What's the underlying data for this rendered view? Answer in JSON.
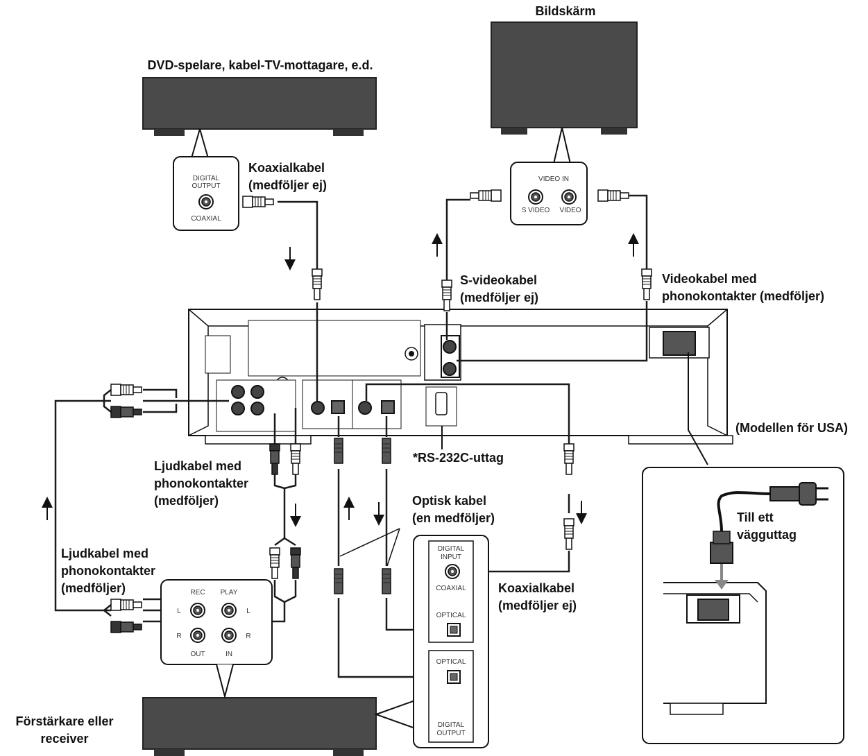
{
  "labels": {
    "monitor": "Bildskärm",
    "source": "DVD-spelare, kabel-TV-mottagare, e.d.",
    "coax_top_1": "Koaxialkabel",
    "coax_top_2": "(medföljer ej)",
    "svideo_1": "S-videokabel",
    "svideo_2": "(medföljer ej)",
    "video_1": "Videokabel med",
    "video_2": "phonokontakter (medföljer)",
    "usa_model": "(Modellen för USA)",
    "rs232": "*RS-232C-uttag",
    "audio_mid_1": "Ljudkabel med",
    "audio_mid_2": "phonokontakter",
    "audio_mid_3": "(medföljer)",
    "optical_1": "Optisk kabel",
    "optical_2": "(en medföljer)",
    "audio_left_1": "Ljudkabel med",
    "audio_left_2": "phonokontakter",
    "audio_left_3": "(medföljer)",
    "coax_bottom_1": "Koaxialkabel",
    "coax_bottom_2": "(medföljer ej)",
    "wall_1": "Till ett",
    "wall_2": "vägguttag",
    "amp_1": "Förstärkare eller",
    "amp_2": "receiver"
  },
  "panel_labels": {
    "digital_output": "DIGITAL OUTPUT",
    "digital": "DIGITAL",
    "output": "OUTPUT",
    "coaxial": "COAXIAL",
    "video_in": "VIDEO IN",
    "s_video": "S VIDEO",
    "video": "VIDEO",
    "rec": "REC",
    "play": "PLAY",
    "out": "OUT",
    "in": "IN",
    "input": "INPUT",
    "optical": "OPTICAL",
    "l": "L",
    "r": "R"
  },
  "colors": {
    "device_fill": "#4a4a4a",
    "line": "#1a1a1a",
    "panel_fill": "#ffffff"
  }
}
